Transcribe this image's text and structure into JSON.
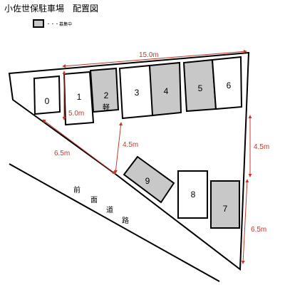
{
  "title": "小佐世保駐車場　配置図",
  "legend": {
    "label": "・・・募集中",
    "swatch_color": "#c8c8c8"
  },
  "colors": {
    "outline": "#000000",
    "dimension": "#c0392b",
    "available": "#c8c8c8",
    "occupied": "#ffffff"
  },
  "slots": [
    {
      "number": "0",
      "available": false,
      "note": ""
    },
    {
      "number": "1",
      "available": false,
      "note": ""
    },
    {
      "number": "2",
      "available": true,
      "note": "軽"
    },
    {
      "number": "3",
      "available": false,
      "note": ""
    },
    {
      "number": "4",
      "available": true,
      "note": ""
    },
    {
      "number": "5",
      "available": true,
      "note": ""
    },
    {
      "number": "6",
      "available": false,
      "note": ""
    },
    {
      "number": "7",
      "available": true,
      "note": ""
    },
    {
      "number": "8",
      "available": false,
      "note": ""
    },
    {
      "number": "9",
      "available": true,
      "note": ""
    }
  ],
  "dimensions": {
    "top_width": "15.0m",
    "slot_depth": "5.0m",
    "left_gap": "6.5m",
    "middle_gap": "4.5m",
    "right_upper": "4.5m",
    "right_lower": "6.5m"
  },
  "road": {
    "chars": [
      "前",
      "面",
      "道",
      "路"
    ]
  }
}
